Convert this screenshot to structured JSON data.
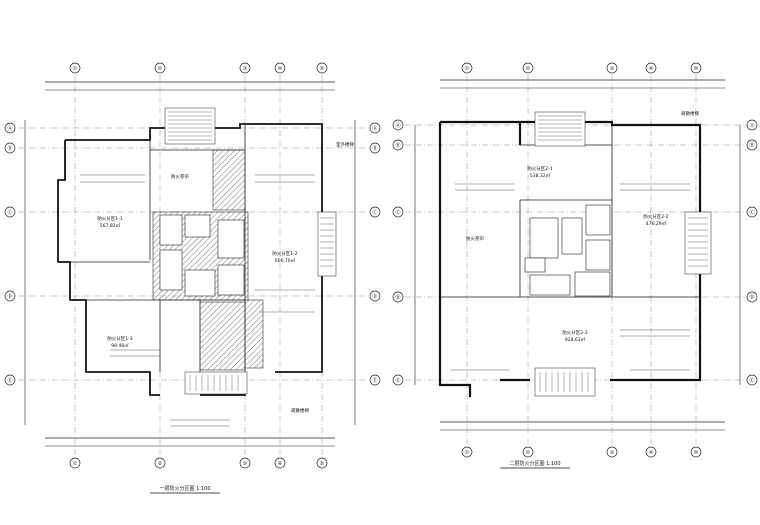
{
  "sheet": {
    "left_plan": {
      "title": "一层防火分区图 1:100",
      "grid_top": [
        "①",
        "②",
        "③",
        "④",
        "⑤"
      ],
      "grid_bottom": [
        "①",
        "②",
        "③",
        "④",
        "⑤"
      ],
      "grid_left": [
        "Ⓐ",
        "Ⓑ",
        "Ⓒ",
        "Ⓓ",
        "Ⓔ"
      ],
      "grid_right": [
        "Ⓐ",
        "Ⓑ",
        "Ⓒ",
        "Ⓓ",
        "Ⓔ"
      ],
      "zones": [
        {
          "label": "防火分区1-1",
          "area": "567.82㎡"
        },
        {
          "label": "防火分区1-2",
          "area": "600.70㎡"
        },
        {
          "label": "防火分区1-3",
          "area": "98.46㎡"
        }
      ],
      "notes": [
        "防火卷帘",
        "室外楼梯",
        "疏散楼梯"
      ]
    },
    "right_plan": {
      "title": "二层防火分区图 1:100",
      "grid_top": [
        "①",
        "②",
        "③",
        "④",
        "⑤"
      ],
      "grid_bottom": [
        "①",
        "②",
        "③",
        "④",
        "⑤"
      ],
      "grid_left": [
        "Ⓐ",
        "Ⓑ",
        "Ⓒ",
        "Ⓓ",
        "Ⓔ"
      ],
      "grid_right": [
        "Ⓐ",
        "Ⓑ",
        "Ⓒ",
        "Ⓓ",
        "Ⓔ"
      ],
      "zones": [
        {
          "label": "防火分区2-1",
          "area": "538.32㎡"
        },
        {
          "label": "防火分区2-2",
          "area": "476.29㎡"
        },
        {
          "label": "防火分区2-3",
          "area": "928.63㎡"
        }
      ],
      "notes": [
        "防火卷帘",
        "疏散楼梯"
      ]
    }
  }
}
